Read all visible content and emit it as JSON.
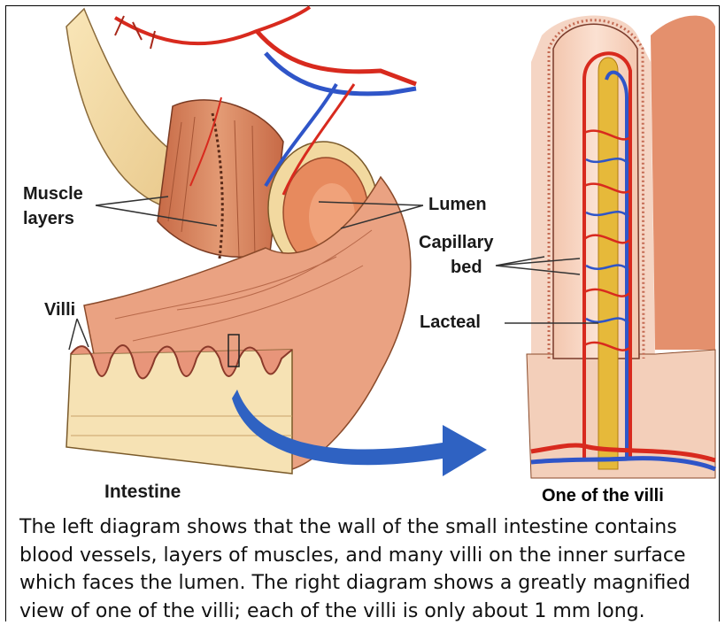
{
  "labels": {
    "muscle_line1": "Muscle",
    "muscle_line2": "layers",
    "lumen": "Lumen",
    "capillary_line1": "Capillary",
    "capillary_line2": "bed",
    "villi": "Villi",
    "lacteal": "Lacteal",
    "intestine": "Intestine",
    "one_villus": "One of the villi"
  },
  "caption": {
    "line1": "The left diagram shows that the wall of the small intestine contains",
    "line2": "blood vessels, layers of muscles, and many villi on the inner surface",
    "line3": "which faces the lumen. The right diagram shows a greatly magnified",
    "line4": "view of one of the villi; each of the villi is only about 1 mm long."
  },
  "colors": {
    "artery": "#d82a1e",
    "vein": "#2f55c8",
    "lacteal": "#e6b93a",
    "tissue": "#e59a78",
    "outer_wall": "#f7dfa8",
    "arrow": "#2f62c2"
  }
}
